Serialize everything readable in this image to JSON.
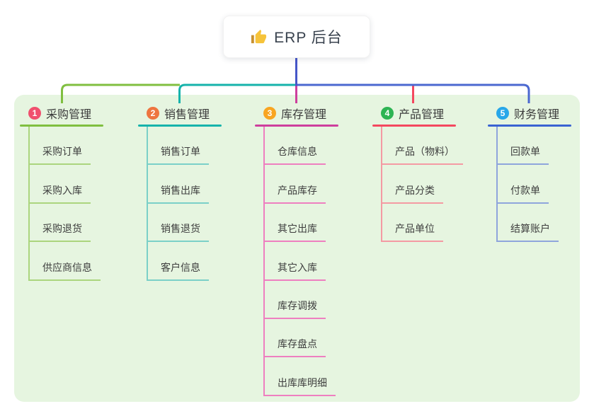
{
  "root": {
    "label": "ERP 后台",
    "icon": "thumbs-up-icon"
  },
  "colors": {
    "panel_bg": "#e6f5e0",
    "stem": "#4656c8",
    "bus_right_blue": "#4b68d0",
    "bus_left_teal": "#16b3ab",
    "bus_left_green": "#80bf40",
    "drop_inventory": "#cd3f9d",
    "drop_product": "#f4485f",
    "root_text": "#39424e",
    "node_text": "#3e3e3e",
    "icon_hand": "#f6c33a",
    "icon_cuff": "#c8912f"
  },
  "branches": [
    {
      "num": "1",
      "label": "采购管理",
      "badge_color": "#f0506e",
      "line_color": "#80bf40",
      "child_line_color": "#abd57e",
      "children": [
        "采购订单",
        "采购入库",
        "采购退货",
        "供应商信息"
      ]
    },
    {
      "num": "2",
      "label": "销售管理",
      "badge_color": "#ee7540",
      "line_color": "#16b3ab",
      "child_line_color": "#7bd0c8",
      "children": [
        "销售订单",
        "销售出库",
        "销售退货",
        "客户信息"
      ]
    },
    {
      "num": "3",
      "label": "库存管理",
      "badge_color": "#f8a521",
      "line_color": "#cd3f9d",
      "child_line_color": "#ee7fc0",
      "children": [
        "仓库信息",
        "产品库存",
        "其它出库",
        "其它入库",
        "库存调拨",
        "库存盘点",
        "出库库明细"
      ]
    },
    {
      "num": "4",
      "label": "产品管理",
      "badge_color": "#2db453",
      "line_color": "#f4485f",
      "child_line_color": "#f49aa3",
      "children": [
        "产品（物料）",
        "产品分类",
        "产品单位"
      ]
    },
    {
      "num": "5",
      "label": "财务管理",
      "badge_color": "#28a7e9",
      "line_color": "#3a63d2",
      "child_line_color": "#8fa5dc",
      "children": [
        "回款单",
        "付款单",
        "结算账户"
      ]
    }
  ]
}
